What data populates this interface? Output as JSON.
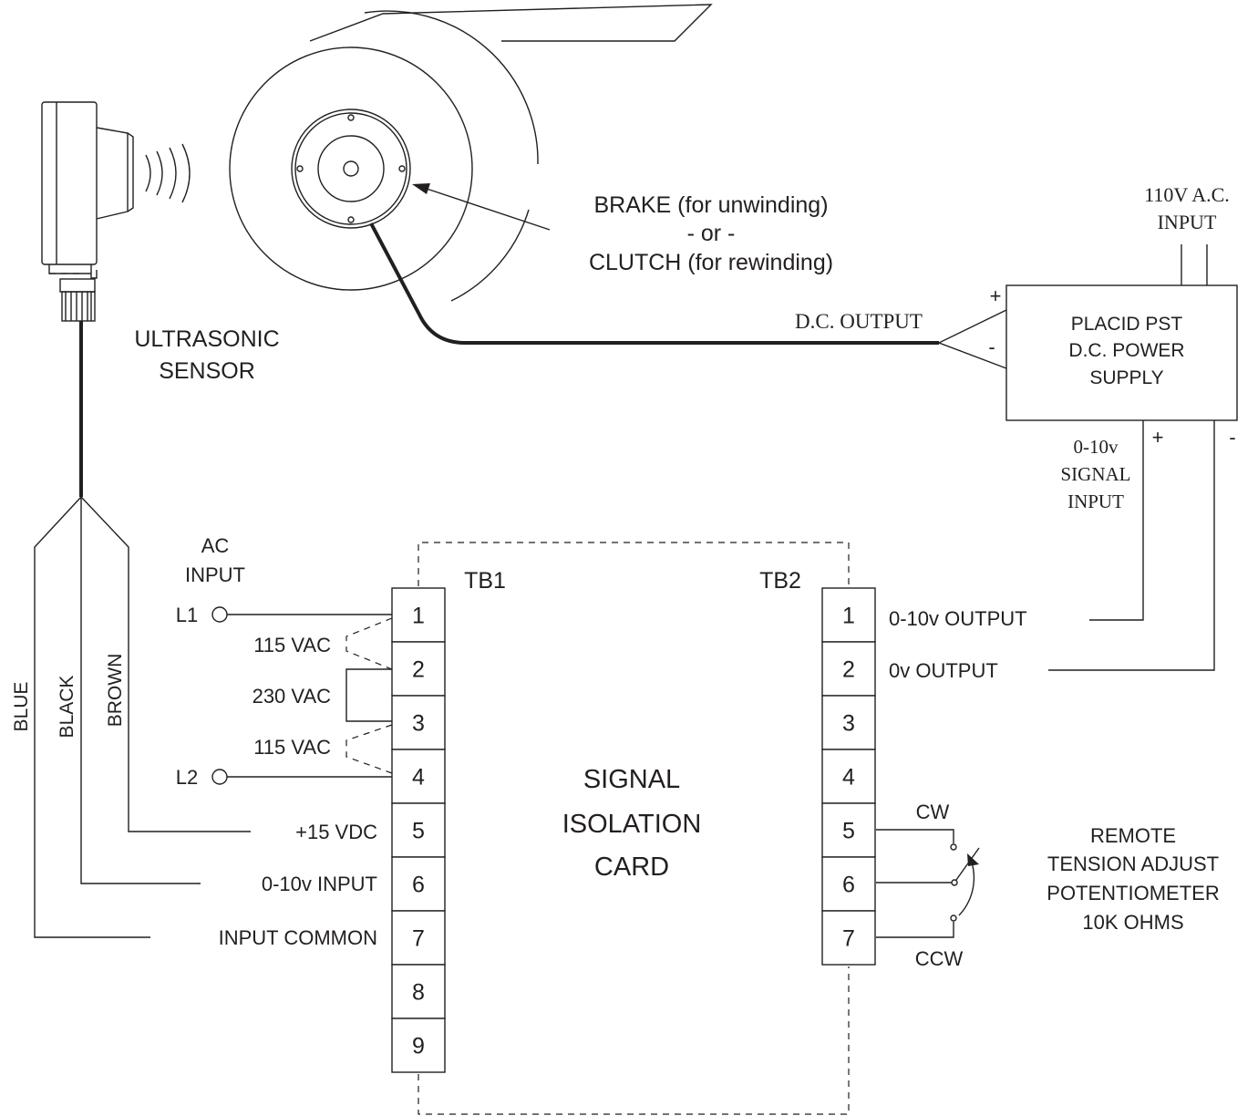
{
  "sensor": {
    "label_line1": "ULTRASONIC",
    "label_line2": "SENSOR",
    "wires": [
      "BLUE",
      "BLACK",
      "BROWN"
    ]
  },
  "roll": {
    "brake_line1": "BRAKE (for unwinding)",
    "brake_line2": "- or -",
    "brake_line3": "CLUTCH (for rewinding)"
  },
  "power_supply": {
    "ac_line1": "110V A.C.",
    "ac_line2": "INPUT",
    "title_line1": "PLACID PST",
    "title_line2": "D.C. POWER",
    "title_line3": "SUPPLY",
    "dc_output": "D.C. OUTPUT",
    "plus": "+",
    "minus": "-",
    "signal_line1": "0-10v",
    "signal_line2": "SIGNAL",
    "signal_line3": "INPUT"
  },
  "card": {
    "title_line1": "SIGNAL",
    "title_line2": "ISOLATION",
    "title_line3": "CARD"
  },
  "tb1": {
    "label": "TB1",
    "terminals": [
      "1",
      "2",
      "3",
      "4",
      "5",
      "6",
      "7",
      "8",
      "9"
    ],
    "ac_input_line1": "AC",
    "ac_input_line2": "INPUT",
    "l1": "L1",
    "l2": "L2",
    "vac115_a": "115 VAC",
    "vac230": "230 VAC",
    "vac115_b": "115 VAC",
    "vdc15": "+15 VDC",
    "input": "0-10v INPUT",
    "input_common": "INPUT COMMON"
  },
  "tb2": {
    "label": "TB2",
    "terminals": [
      "1",
      "2",
      "3",
      "4",
      "5",
      "6",
      "7"
    ],
    "output": "0-10v OUTPUT",
    "ov_output": "0v OUTPUT",
    "cw": "CW",
    "ccw": "CCW"
  },
  "potentiometer": {
    "line1": "REMOTE",
    "line2": "TENSION ADJUST",
    "line3": "POTENTIOMETER",
    "line4": "10K  OHMS"
  }
}
